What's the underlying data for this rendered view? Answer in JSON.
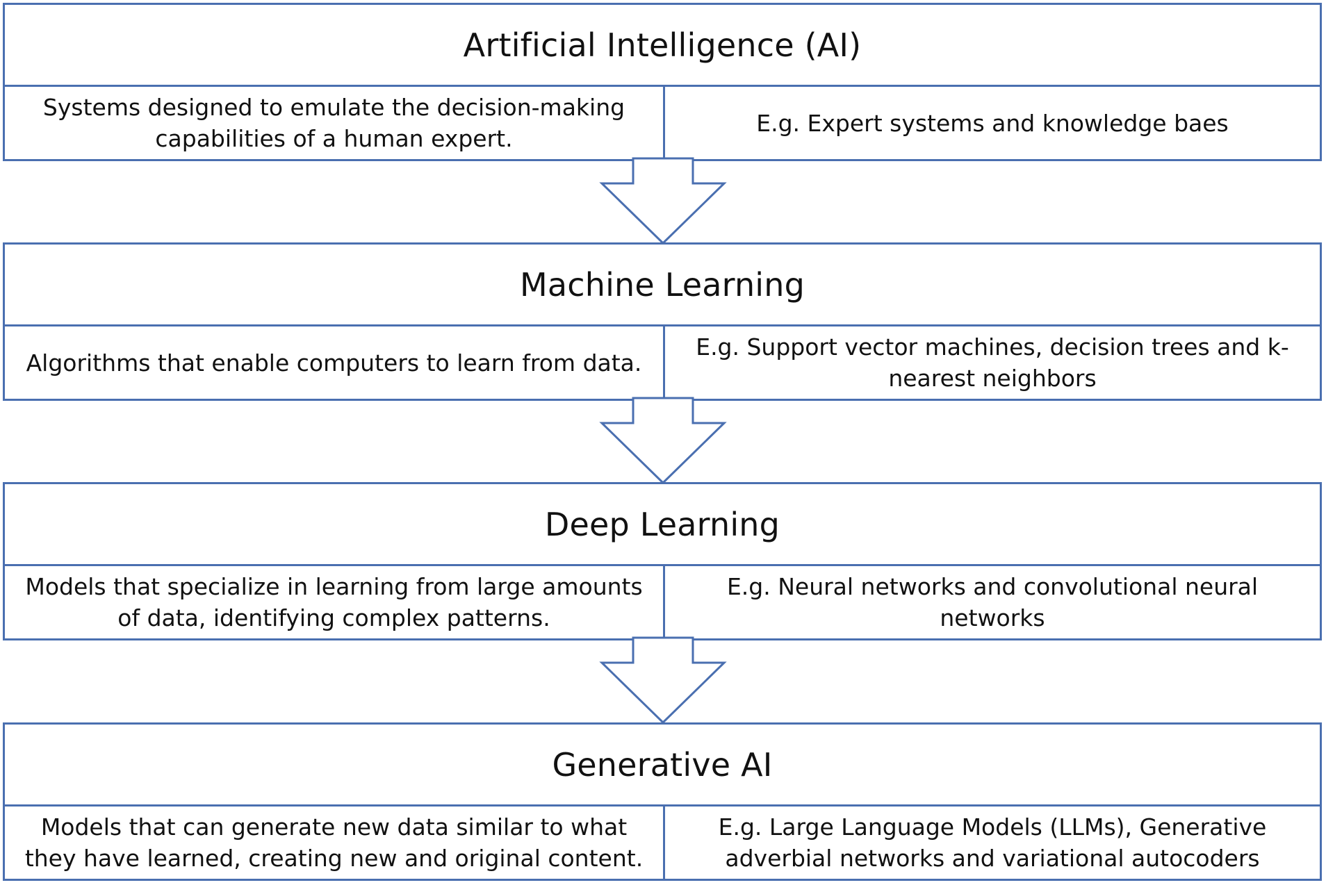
{
  "stages": [
    {
      "title": "Artificial Intelligence (AI)",
      "description": "Systems designed to emulate the decision-making capabilities of a human expert.",
      "example": "E.g. Expert systems and knowledge baes"
    },
    {
      "title": "Machine Learning",
      "description": "Algorithms that enable computers to learn from data.",
      "example": "E.g. Support vector machines, decision trees and k-nearest neighbors"
    },
    {
      "title": "Deep Learning",
      "description": "Models that specialize in learning from large amounts of data, identifying complex patterns.",
      "example": "E.g. Neural networks and convolutional neural networks"
    },
    {
      "title": "Generative AI",
      "description": "Models that can generate new data similar to what they have learned, creating new and original content.",
      "example": "E.g. Large Language Models (LLMs), Generative adverbial networks and variational autocoders"
    }
  ],
  "colors": {
    "border": "#4a6fb0",
    "text": "#111111",
    "background": "#ffffff"
  },
  "icons": {
    "connector": "down-arrow-icon"
  }
}
